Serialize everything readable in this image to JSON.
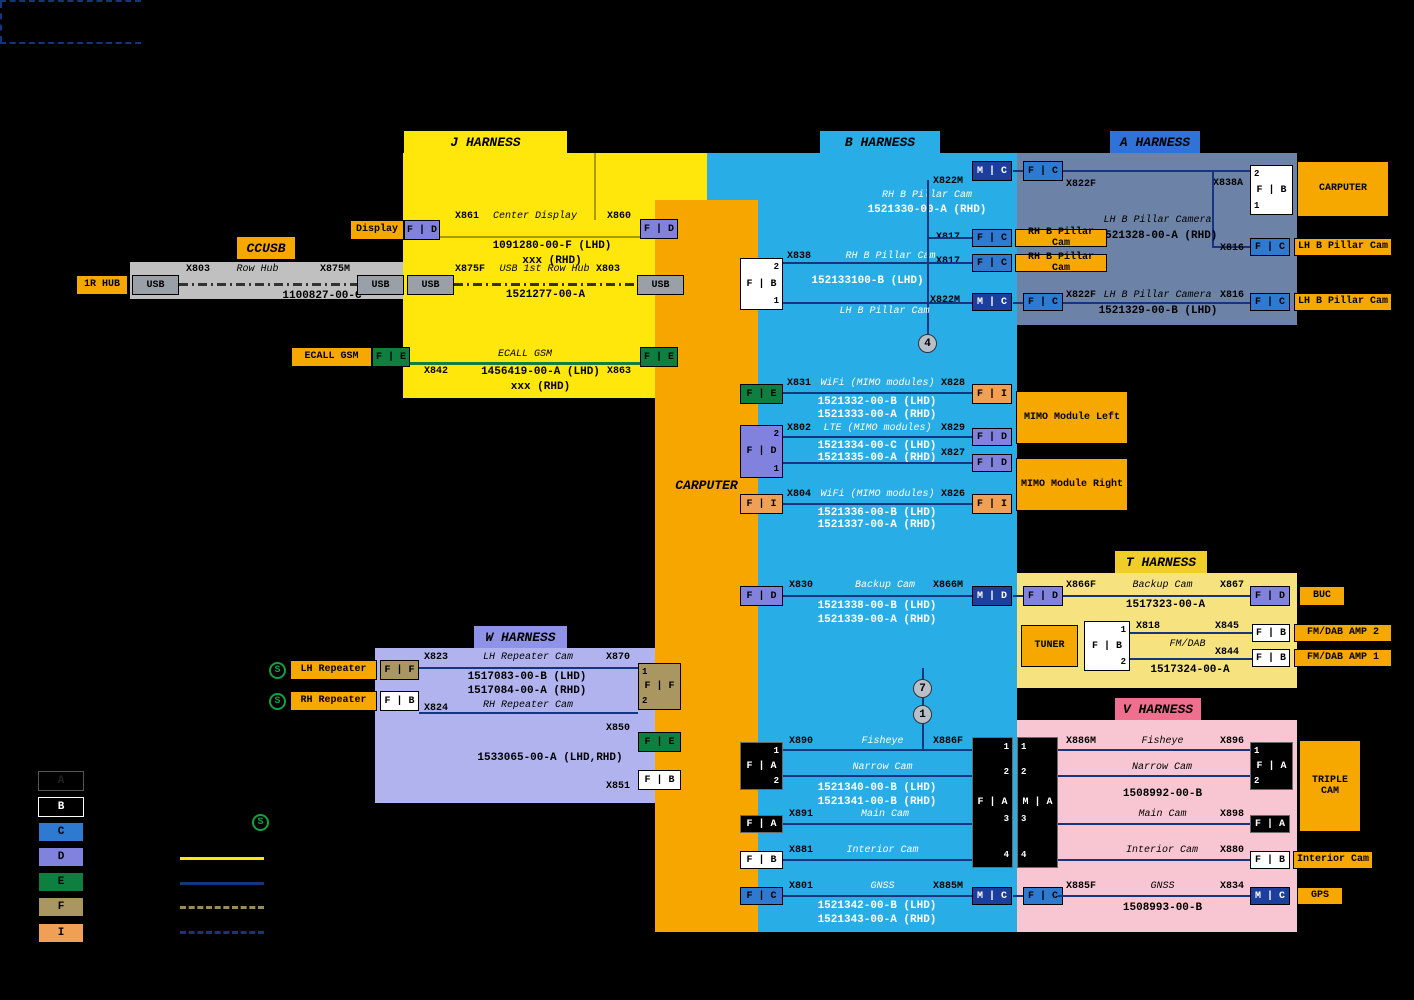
{
  "colors": {
    "j_yellow": "#ffe70b",
    "b_cyan": "#29ade6",
    "a_slate": "#6c82a6",
    "a_blue": "#2f72d8",
    "t_yellow": "#f6e37f",
    "t_gold": "#f0cd28",
    "v_pink": "#f8c6d2",
    "v_rose": "#ef6f8e",
    "w_lavender": "#b1b3ee",
    "carputer_orange": "#f7a600",
    "device_orange": "#f7a800",
    "line_navy": "#16357f",
    "ccusb_gray": "#c0c0c0"
  },
  "titles": {
    "j": "J HARNESS",
    "b": "B HARNESS",
    "a": "A HARNESS",
    "t": "T HARNESS",
    "v": "V HARNESS",
    "w": "W HARNESS",
    "ccusb": "CCUSB",
    "carputer": "CARPUTER"
  },
  "connectors": {
    "fd": "F | D",
    "fe": "F | E",
    "fc": "F | C",
    "fb": "F | B",
    "fa": "F | A",
    "ff": "F | F",
    "fi": "F | I",
    "mc": "M | C",
    "md": "M | D",
    "ma": "M | A",
    "usb": "USB"
  },
  "ports": {
    "p1": "1",
    "p2": "2",
    "p3": "3",
    "p4": "4"
  },
  "badges": {
    "c4": "4",
    "c7": "7",
    "c1": "1",
    "s": "S"
  },
  "devices": {
    "display": "Display",
    "hub_1r": "1R HUB",
    "ecall_gsm": "ECALL GSM",
    "carputer": "CARPUTER",
    "rh_b_pillar_cam": "RH B Pillar Cam",
    "lh_b_pillar_cam": "LH B Pillar Cam",
    "mimo_left": "MIMO Module Left",
    "mimo_right": "MIMO Module Right",
    "buc": "BUC",
    "tuner": "TUNER",
    "fmdab_amp2": "FM/DAB AMP 2",
    "fmdab_amp1": "FM/DAB AMP 1",
    "triple_cam": "TRIPLE CAM",
    "interior_cam": "Interior Cam",
    "gps": "GPS",
    "lh_repeater": "LH Repeater",
    "rh_repeater": "RH Repeater"
  },
  "j": {
    "display": {
      "x_left": "X861",
      "desc": "Center Display",
      "part_lhd": "1091280-00-F (LHD)",
      "part_rhd": "xxx (RHD)",
      "x_right": "X860"
    },
    "usb": {
      "x1": "X803",
      "desc1": "Row Hub",
      "x2": "X875M",
      "part_left": "1100827-00-C",
      "x3": "X875F",
      "desc2": "USB 1st Row Hub",
      "part_right": "1521277-00-A",
      "x4": "X803"
    },
    "ecall": {
      "x_left": "X842",
      "desc": "ECALL GSM",
      "part_lhd": "1456419-00-A (LHD)",
      "part_rhd": "xxx (RHD)",
      "x_right": "X863"
    }
  },
  "b": {
    "pillar_top": {
      "x_m": "X822M",
      "desc": "RH B Pillar Cam",
      "part": "1521330-00-A (RHD)"
    },
    "pillar_row1": {
      "x": "X817"
    },
    "pillar_row2": {
      "x_left": "X838",
      "desc": "RH B Pillar Cam",
      "x": "X817"
    },
    "pillar_main": {
      "part": "152133100-B (LHD)",
      "desc": "LH B Pillar Cam",
      "x_m": "X822M"
    },
    "wifi1": {
      "x_left": "X831",
      "desc": "WiFi (MIMO modules)",
      "x_right": "X828",
      "part_lhd": "1521332-00-B (LHD)",
      "part_rhd": "1521333-00-A (RHD)"
    },
    "lte": {
      "x_left": "X802",
      "desc": "LTE (MIMO modules)",
      "x_right1": "X829",
      "part_lhd": "1521334-00-C (LHD)",
      "part_rhd": "1521335-00-A (RHD)",
      "x_right2": "X827"
    },
    "wifi2": {
      "x_left": "X804",
      "desc": "WiFi (MIMO modules)",
      "x_right": "X826",
      "part_lhd": "1521336-00-B (LHD)",
      "part_rhd": "1521337-00-A (RHD)"
    },
    "backup": {
      "x_left": "X830",
      "desc": "Backup Cam",
      "x_right": "X866M",
      "part_lhd": "1521338-00-B (LHD)",
      "part_rhd": "1521339-00-A (RHD)"
    },
    "fisheye": {
      "x_left": "X890",
      "desc": "Fisheye",
      "x_right": "X886F"
    },
    "narrow": {
      "desc": "Narrow Cam",
      "part_lhd": "1521340-00-B (LHD)",
      "part_rhd": "1521341-00-B (RHD)"
    },
    "main": {
      "x_left": "X891",
      "desc": "Main Cam"
    },
    "interior": {
      "x_left": "X881",
      "desc": "Interior Cam"
    },
    "gnss": {
      "x_left": "X801",
      "desc": "GNSS",
      "x_right": "X885M",
      "part_lhd": "1521342-00-B (LHD)",
      "part_rhd": "1521343-00-A (RHD)"
    }
  },
  "a": {
    "x838a": "X838A",
    "x822f_top": "X822F",
    "lh_rhd": {
      "desc": "LH B Pillar Camera",
      "part": "1521328-00-A (RHD)",
      "x": "X816"
    },
    "lh_lhd": {
      "desc": "LH B Pillar Camera",
      "part": "1521329-00-B (LHD)",
      "x_f": "X822F",
      "x": "X816"
    }
  },
  "t": {
    "backup": {
      "x_left": "X866F",
      "desc": "Backup Cam",
      "part": "1517323-00-A",
      "x_right": "X867"
    },
    "fmdab": {
      "x_conn": "X818",
      "x_amp2": "X845",
      "x_amp1": "X844",
      "desc": "FM/DAB",
      "part": "1517324-00-A"
    }
  },
  "v": {
    "fisheye": {
      "x_left": "X886M",
      "desc": "Fisheye",
      "x_right": "X896"
    },
    "narrow": {
      "desc": "Narrow Cam",
      "part": "1508992-00-B"
    },
    "main": {
      "desc": "Main Cam",
      "x": "X898"
    },
    "interior": {
      "desc": "Interior Cam",
      "x": "X880"
    },
    "gnss": {
      "x_left": "X885F",
      "desc": "GNSS",
      "x_right": "X834",
      "part": "1508993-00-B"
    }
  },
  "w": {
    "lh": {
      "x_left": "X823",
      "desc": "LH Repeater Cam",
      "x_right": "X870",
      "part_lhd": "1517083-00-B (LHD)",
      "part_rhd": "1517084-00-A (RHD)"
    },
    "rh": {
      "x_left": "X824",
      "desc": "RH Repeater Cam"
    },
    "aux": {
      "x_top": "X850",
      "part": "1533065-00-A (LHD,RHD)",
      "x_bottom": "X851"
    }
  },
  "legend": {
    "a": "A",
    "b": "B",
    "c": "C",
    "d": "D",
    "e": "E",
    "f": "F",
    "i": "I"
  }
}
